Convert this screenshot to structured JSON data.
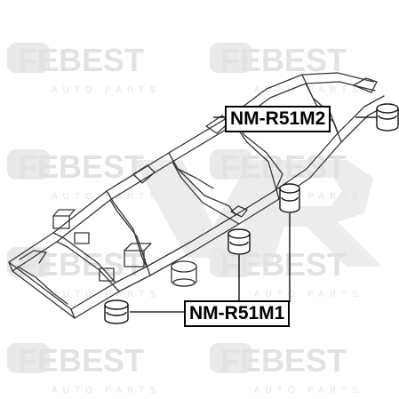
{
  "watermark": {
    "brand": "FEBEST",
    "tagline": "AUTO PARTS"
  },
  "parts": {
    "upper_label": "NM-R51M2",
    "lower_label": "NM-R51M1"
  },
  "colors": {
    "line": "#000000",
    "watermark": "#e2e2e2"
  }
}
